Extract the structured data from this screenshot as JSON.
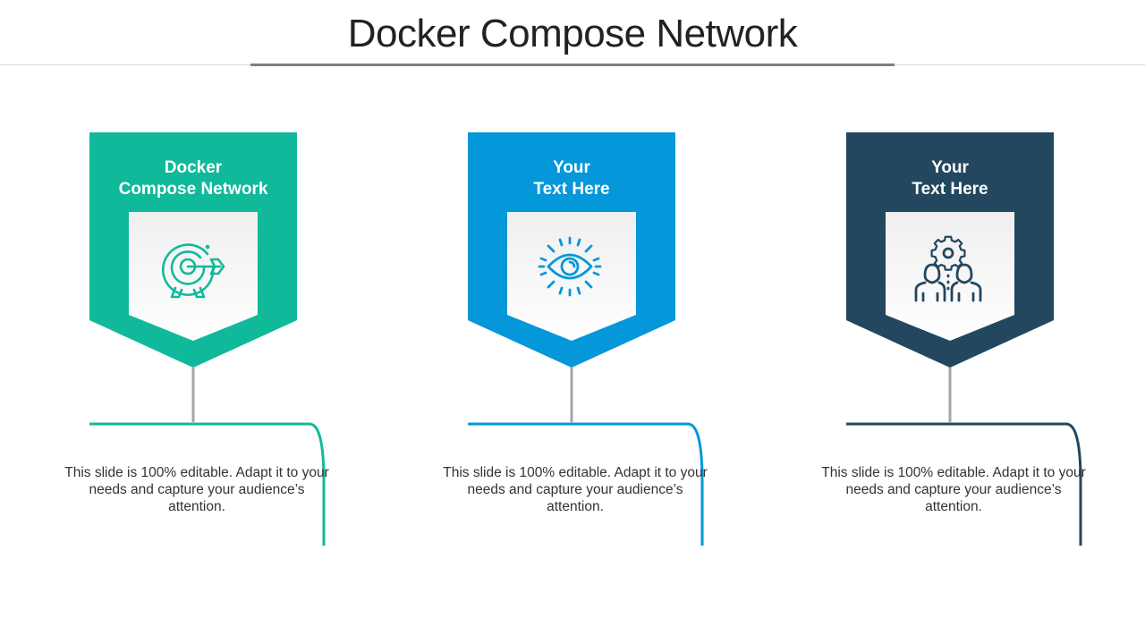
{
  "title": "Docker Compose Network",
  "cards": [
    {
      "heading_line1": "Docker",
      "heading_line2": "Compose Network",
      "icon": "target-icon",
      "color": "#10B99A",
      "description": "This slide is 100% editable. Adapt it to your needs and capture your audience’s attention."
    },
    {
      "heading_line1": "Your",
      "heading_line2": "Text Here",
      "icon": "eye-icon",
      "color": "#0497DA",
      "description": "This slide is 100% editable. Adapt it to your needs and capture your audience’s attention."
    },
    {
      "heading_line1": "Your",
      "heading_line2": "Text Here",
      "icon": "team-gear-icon",
      "color": "#23475F",
      "description": "This slide is 100% editable. Adapt it to your needs and capture your audience’s attention."
    }
  ]
}
